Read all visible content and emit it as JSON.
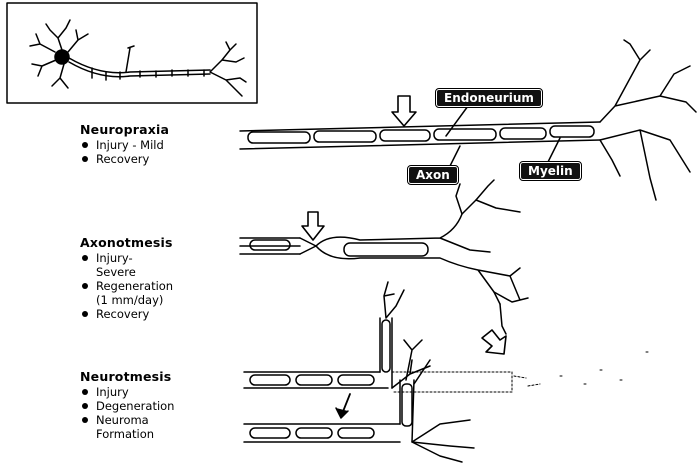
{
  "labels": {
    "endoneurium": "Endoneurium",
    "axon": "Axon",
    "myelin": "Myelin"
  },
  "sections": [
    {
      "heading": "Neuropraxia",
      "items": [
        "Injury - Mild",
        "Recovery"
      ]
    },
    {
      "heading": "Axonotmesis",
      "items": [
        "Injury-",
        "Severe",
        "Regeneration",
        "(1 mm/day)",
        "Recovery"
      ]
    },
    {
      "heading": "Neurotmesis",
      "items": [
        "Injury",
        "Degeneration",
        "Neuroma",
        "Formation"
      ]
    }
  ],
  "colors": {
    "ink": "#000000",
    "label_bg": "#111111",
    "paper": "#ffffff"
  }
}
